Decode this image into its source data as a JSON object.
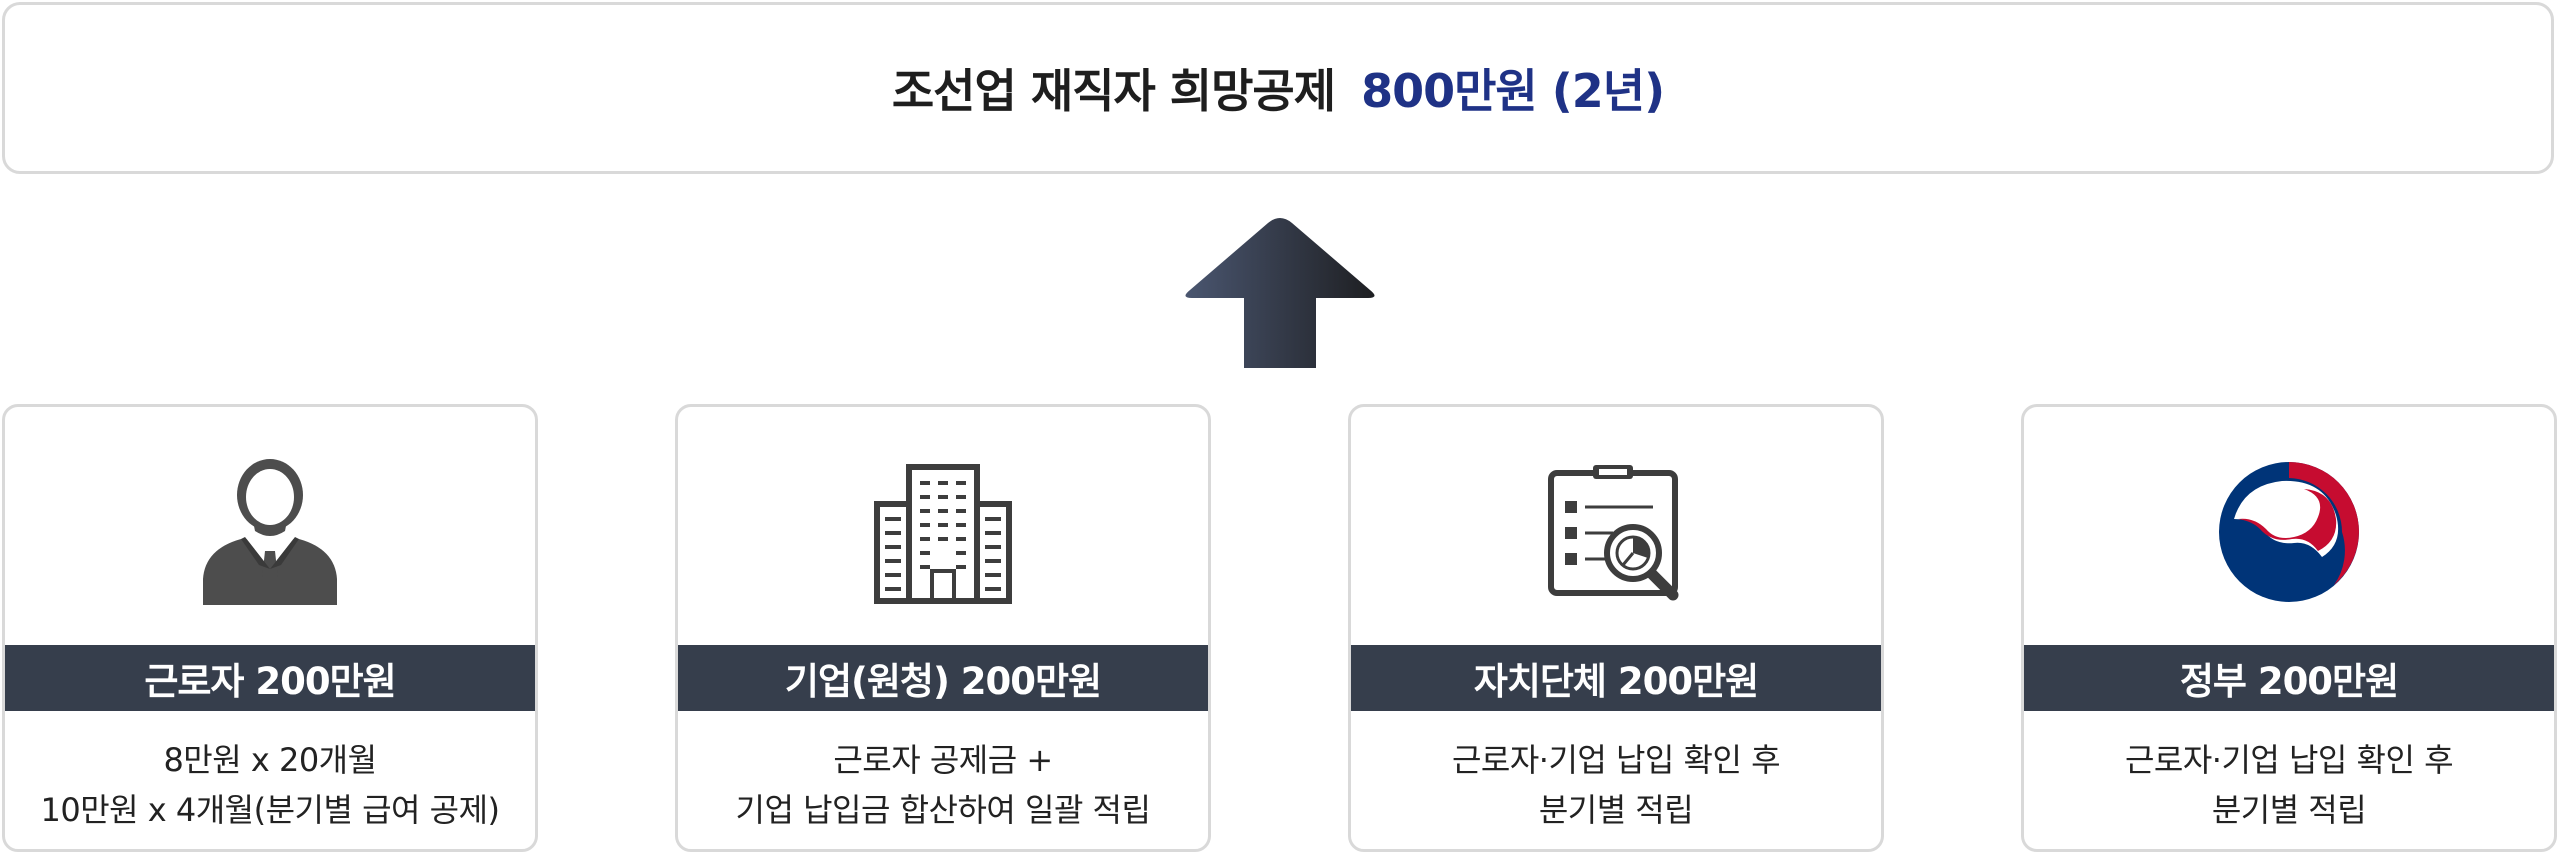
{
  "header": {
    "title": "조선업 재직자 희망공제",
    "amount": "800만원 (2년)"
  },
  "contributors": [
    {
      "icon": "worker-icon",
      "title": "근로자 200만원",
      "desc": [
        "8만원 x 20개월",
        "10만원 x 4개월(분기별 급여 공제)"
      ]
    },
    {
      "icon": "building-icon",
      "title": "기업(원청) 200만원",
      "desc": [
        "근로자 공제금 +",
        "기업 납입금 합산하여 일괄 적립"
      ]
    },
    {
      "icon": "clipboard-report-icon",
      "title": "자치단체 200만원",
      "desc": [
        "근로자·기업 납입 확인 후",
        "분기별 적립"
      ]
    },
    {
      "icon": "taegeuk-emblem-icon",
      "title": "정부 200만원",
      "desc": [
        "근로자·기업 납입 확인 후",
        "분기별 적립"
      ]
    }
  ],
  "colors": {
    "band": "#363e4c",
    "amount": "#1f3286",
    "border": "#d9d9d9",
    "emblem_red": "#c60c30",
    "emblem_blue": "#003478"
  }
}
